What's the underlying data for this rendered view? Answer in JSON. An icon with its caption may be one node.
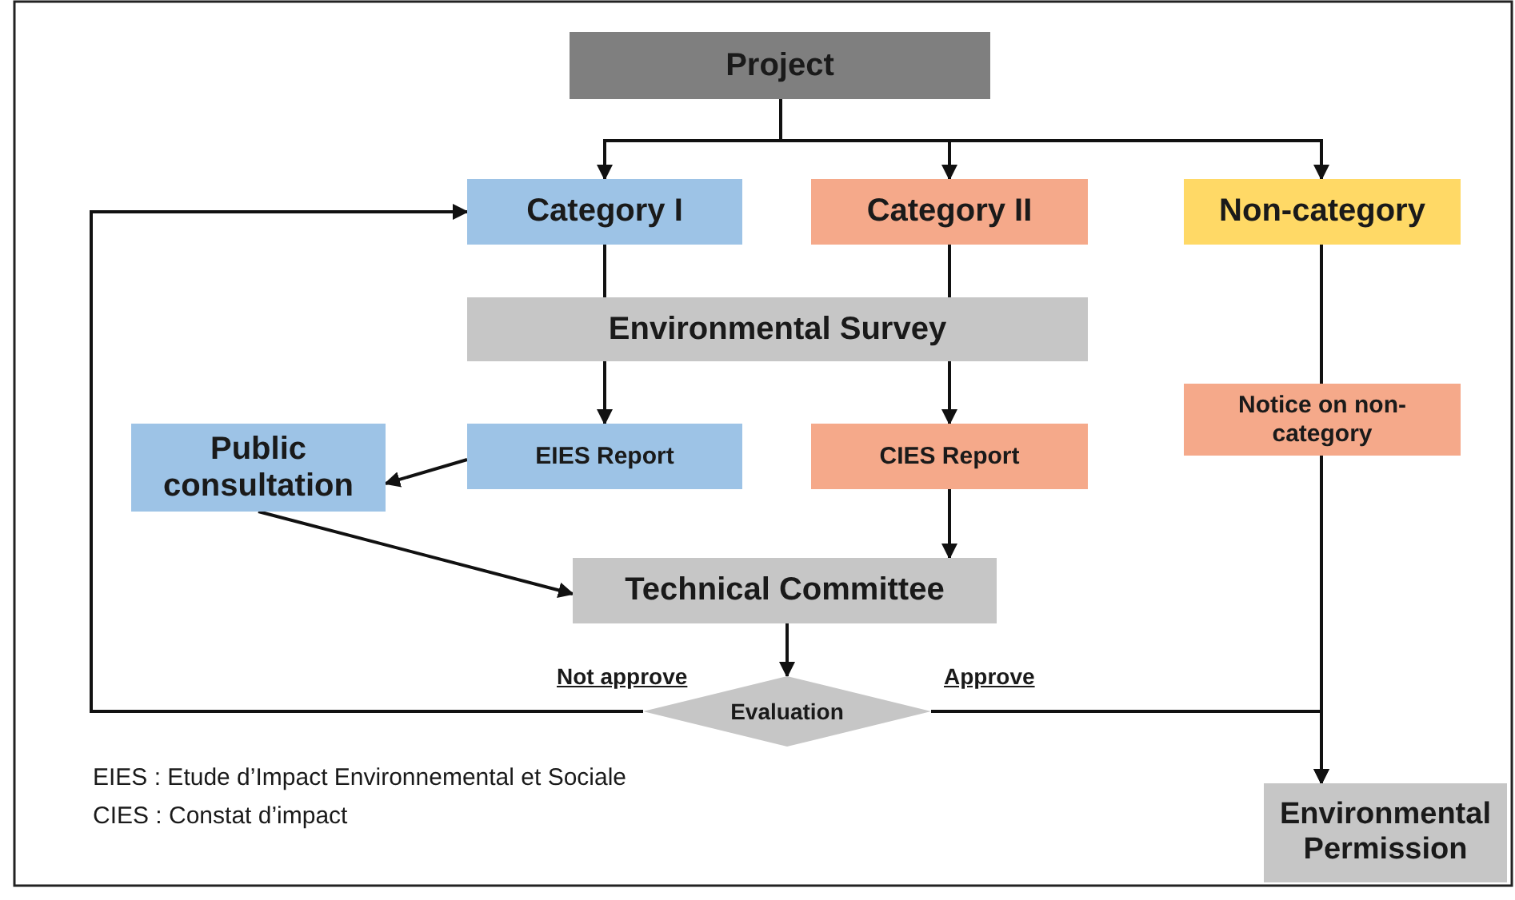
{
  "diagram": {
    "nodes": [
      {
        "text": [
          "Project"
        ]
      },
      {
        "text": [
          "Category I"
        ]
      },
      {
        "text": [
          "Category II"
        ]
      },
      {
        "text": [
          "Non-category"
        ]
      },
      {
        "text": [
          "Environmental Survey"
        ]
      },
      {
        "text": [
          "Public consultation"
        ]
      },
      {
        "text": [
          "EIES Report"
        ]
      },
      {
        "text": [
          "CIES Report"
        ]
      },
      {
        "text": [
          "Notice on non-category"
        ]
      },
      {
        "text": [
          "Technical Committee"
        ]
      },
      {
        "text": [
          "Evaluation"
        ]
      },
      {
        "text": [
          "Environmental Permission"
        ]
      }
    ],
    "edges": [
      {
        "from": 0,
        "to": 1,
        "arrow": "to"
      },
      {
        "from": 0,
        "to": 2,
        "arrow": "to"
      },
      {
        "from": 0,
        "to": 3,
        "arrow": "to"
      },
      {
        "from": 1,
        "to": 4,
        "arrow": "none"
      },
      {
        "from": 2,
        "to": 4,
        "arrow": "none"
      },
      {
        "from": 4,
        "to": 6,
        "arrow": "to"
      },
      {
        "from": 4,
        "to": 7,
        "arrow": "to"
      },
      {
        "from": 6,
        "to": 5,
        "arrow": "to"
      },
      {
        "from": 5,
        "to": 9,
        "arrow": "to"
      },
      {
        "from": 7,
        "to": 9,
        "arrow": "to"
      },
      {
        "from": 3,
        "to": 8,
        "arrow": "none"
      },
      {
        "from": 9,
        "to": 10,
        "arrow": "to"
      },
      {
        "from": 10,
        "to": 1,
        "arrow": "to",
        "label": "Not approve"
      },
      {
        "from": 10,
        "to": 11,
        "arrow": "to",
        "label": "Approve"
      },
      {
        "from": 8,
        "to": 11,
        "arrow": "to"
      }
    ],
    "labels": [
      "EIES : Etude d’Impact Environnemental et Sociale",
      "CIES : Constat d’impact"
    ]
  }
}
